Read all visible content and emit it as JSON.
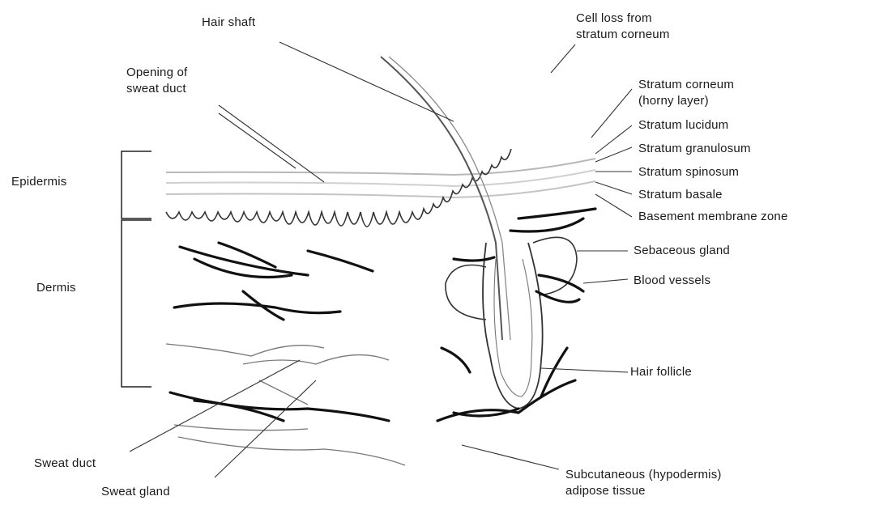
{
  "labels": {
    "hair_shaft": "Hair shaft",
    "cell_loss": "Cell loss from\nstratum corneum",
    "opening_sweat_duct": "Opening of\nsweat duct",
    "stratum_corneum": "Stratum corneum\n(horny layer)",
    "stratum_lucidum": "Stratum lucidum",
    "stratum_granulosum": "Stratum granulosum",
    "stratum_spinosum": "Stratum spinosum",
    "stratum_basale": "Stratum basale",
    "basement_membrane": "Basement membrane zone",
    "epidermis": "Epidermis",
    "dermis": "Dermis",
    "sebaceous_gland": "Sebaceous gland",
    "blood_vessels": "Blood vessels",
    "hair_follicle": "Hair follicle",
    "sweat_duct": "Sweat duct",
    "sweat_gland": "Sweat gland",
    "subcutaneous": "Subcutaneous (hypodermis)\nadipose tissue"
  },
  "colors": {
    "ink": "#1a1a1a",
    "faint": "#9a9a9a",
    "leader": "#333333"
  }
}
